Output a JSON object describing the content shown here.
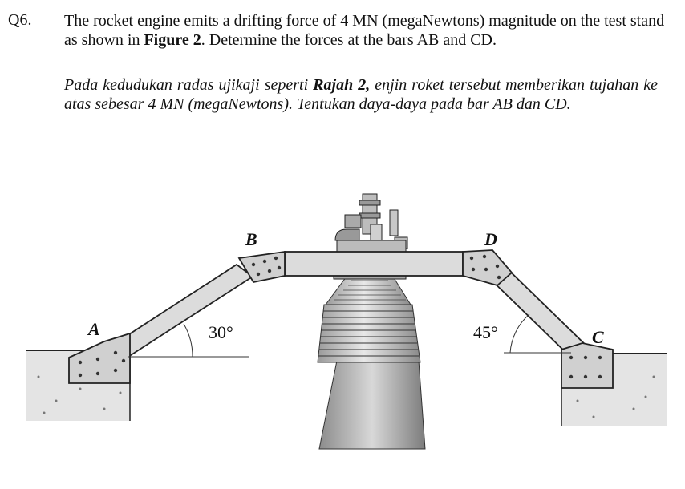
{
  "question": {
    "number": "Q6.",
    "english": {
      "part1": "The rocket engine emits a drifting force of 4 MN (megaNewtons) magnitude on the test stand as shown in ",
      "figure_ref": "Figure 2",
      "part2": ". Determine the forces at the bars AB and CD."
    },
    "malay": {
      "part1": "Pada kedudukan radas ujikaji seperti ",
      "figure_ref": "Rajah 2,",
      "part2": " enjin roket tersebut memberikan tujahan ke atas sebesar 4 MN (megaNewtons). Tentukan daya-daya pada bar AB dan CD."
    }
  },
  "figure": {
    "labels": {
      "A": "A",
      "B": "B",
      "C": "C",
      "D": "D",
      "angle_left": "30°",
      "angle_right": "45°"
    }
  }
}
